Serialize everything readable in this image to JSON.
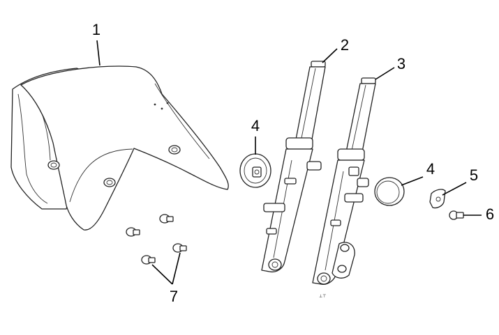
{
  "diagram": {
    "callouts": [
      {
        "id": "1",
        "label": "1"
      },
      {
        "id": "2",
        "label": "2"
      },
      {
        "id": "3",
        "label": "3"
      },
      {
        "id": "4a",
        "label": "4"
      },
      {
        "id": "4b",
        "label": "4"
      },
      {
        "id": "5",
        "label": "5"
      },
      {
        "id": "6",
        "label": "6"
      },
      {
        "id": "7",
        "label": "7"
      }
    ],
    "parts": [
      {
        "callout": "1",
        "icon": "front-fender-icon"
      },
      {
        "callout": "2",
        "icon": "left-fork-leg-icon"
      },
      {
        "callout": "3",
        "icon": "right-fork-leg-icon"
      },
      {
        "callout": "4",
        "icon": "fork-cap-icon"
      },
      {
        "callout": "5",
        "icon": "bracket-clip-icon"
      },
      {
        "callout": "6",
        "icon": "bolt-icon"
      },
      {
        "callout": "7",
        "icon": "screw-icon"
      }
    ],
    "colors": {
      "line": "#000000",
      "background": "#ffffff"
    }
  }
}
